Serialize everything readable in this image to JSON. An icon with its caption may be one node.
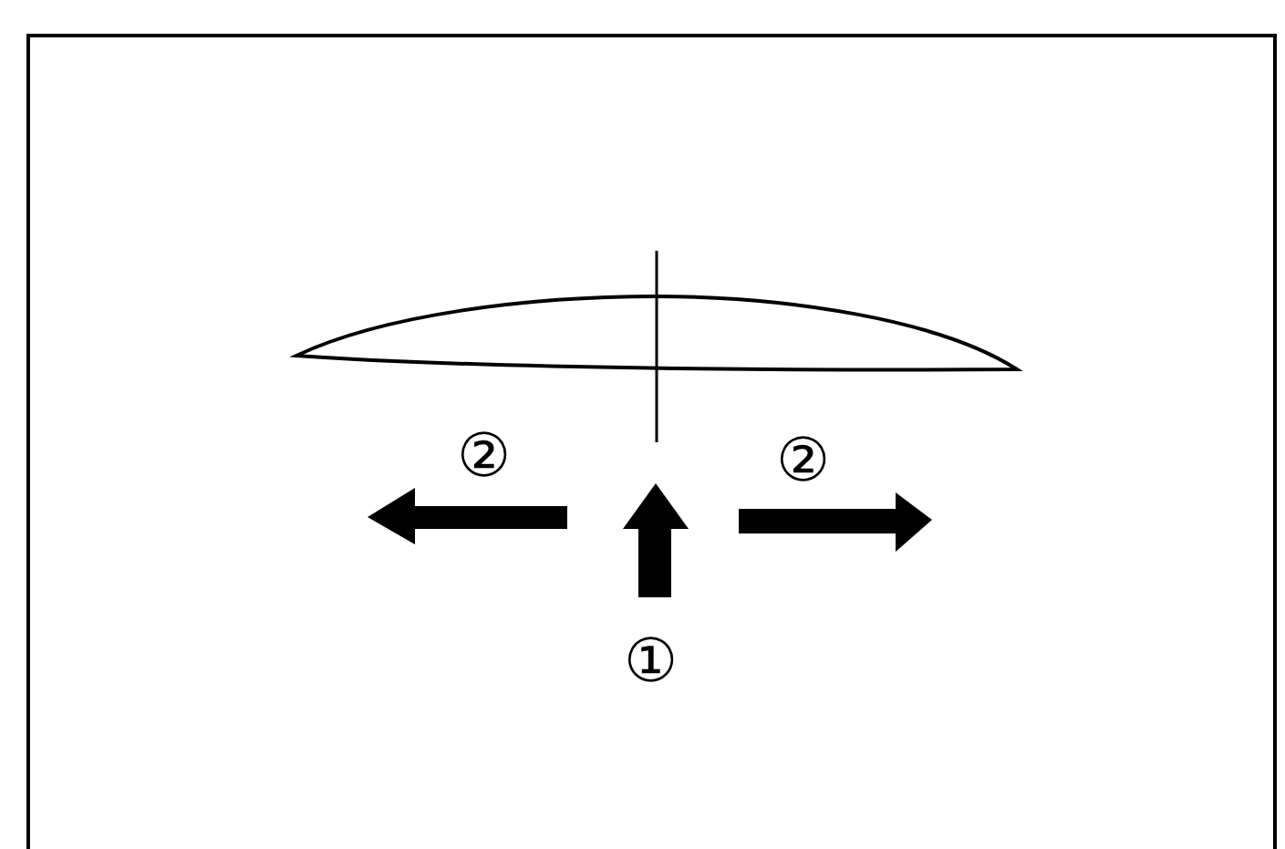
{
  "diagram": {
    "labels": [
      "②",
      "②",
      "①"
    ]
  }
}
